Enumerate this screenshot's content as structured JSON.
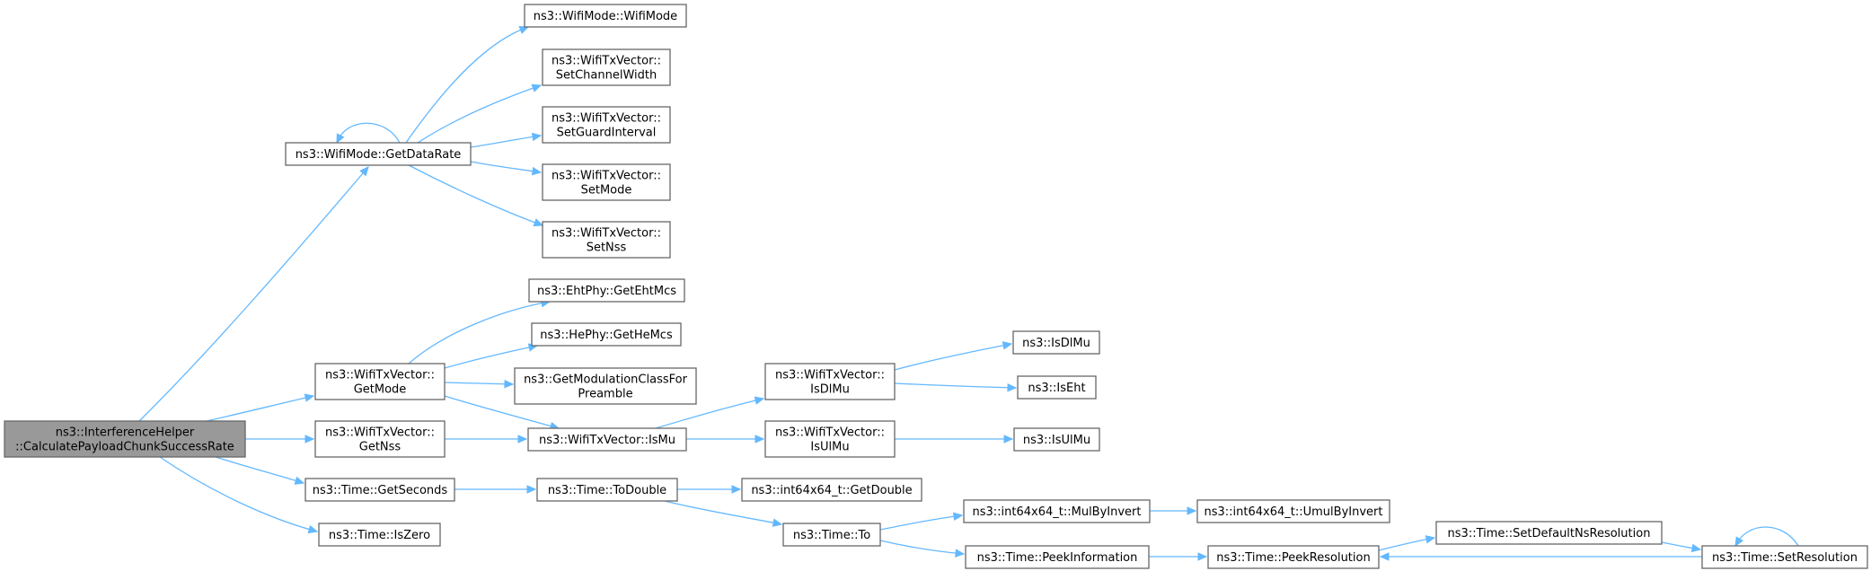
{
  "graph": {
    "edge_color": "#63b8ff",
    "node_border": "#666666",
    "root_fill": "#999999",
    "nodes": [
      {
        "id": "root",
        "lines": [
          "ns3::InterferenceHelper",
          "::CalculatePayloadChunkSuccessRate"
        ],
        "root": true
      },
      {
        "id": "getDataRate",
        "lines": [
          "ns3::WifiMode::GetDataRate"
        ]
      },
      {
        "id": "wifiMode",
        "lines": [
          "ns3::WifiMode::WifiMode"
        ]
      },
      {
        "id": "setChannelWidth",
        "lines": [
          "ns3::WifiTxVector::",
          "SetChannelWidth"
        ]
      },
      {
        "id": "setGuardInterval",
        "lines": [
          "ns3::WifiTxVector::",
          "SetGuardInterval"
        ]
      },
      {
        "id": "setMode",
        "lines": [
          "ns3::WifiTxVector::",
          "SetMode"
        ]
      },
      {
        "id": "setNss",
        "lines": [
          "ns3::WifiTxVector::",
          "SetNss"
        ]
      },
      {
        "id": "getMode",
        "lines": [
          "ns3::WifiTxVector::",
          "GetMode"
        ]
      },
      {
        "id": "getEhtMcs",
        "lines": [
          "ns3::EhtPhy::GetEhtMcs"
        ]
      },
      {
        "id": "getHeMcs",
        "lines": [
          "ns3::HePhy::GetHeMcs"
        ]
      },
      {
        "id": "getModClass",
        "lines": [
          "ns3::GetModulationClassFor",
          "Preamble"
        ]
      },
      {
        "id": "isMu",
        "lines": [
          "ns3::WifiTxVector::IsMu"
        ]
      },
      {
        "id": "getNss",
        "lines": [
          "ns3::WifiTxVector::",
          "GetNss"
        ]
      },
      {
        "id": "isDlMuVec",
        "lines": [
          "ns3::WifiTxVector::",
          "IsDlMu"
        ]
      },
      {
        "id": "isUlMuVec",
        "lines": [
          "ns3::WifiTxVector::",
          "IsUlMu"
        ]
      },
      {
        "id": "isDlMu",
        "lines": [
          "ns3::IsDlMu"
        ]
      },
      {
        "id": "isEht",
        "lines": [
          "ns3::IsEht"
        ]
      },
      {
        "id": "isUlMu",
        "lines": [
          "ns3::IsUlMu"
        ]
      },
      {
        "id": "getSeconds",
        "lines": [
          "ns3::Time::GetSeconds"
        ]
      },
      {
        "id": "isZero",
        "lines": [
          "ns3::Time::IsZero"
        ]
      },
      {
        "id": "toDouble",
        "lines": [
          "ns3::Time::ToDouble"
        ]
      },
      {
        "id": "getDouble",
        "lines": [
          "ns3::int64x64_t::GetDouble"
        ]
      },
      {
        "id": "to",
        "lines": [
          "ns3::Time::To"
        ]
      },
      {
        "id": "mulByInvert",
        "lines": [
          "ns3::int64x64_t::MulByInvert"
        ]
      },
      {
        "id": "umulByInvert",
        "lines": [
          "ns3::int64x64_t::UmulByInvert"
        ]
      },
      {
        "id": "peekInformation",
        "lines": [
          "ns3::Time::PeekInformation"
        ]
      },
      {
        "id": "peekResolution",
        "lines": [
          "ns3::Time::PeekResolution"
        ]
      },
      {
        "id": "setDefaultNsResolution",
        "lines": [
          "ns3::Time::SetDefaultNsResolution"
        ]
      },
      {
        "id": "setResolution",
        "lines": [
          "ns3::Time::SetResolution"
        ]
      }
    ],
    "edges": [
      [
        "root",
        "getDataRate"
      ],
      [
        "root",
        "getMode"
      ],
      [
        "root",
        "getNss"
      ],
      [
        "root",
        "getSeconds"
      ],
      [
        "root",
        "isZero"
      ],
      [
        "getDataRate",
        "getDataRate"
      ],
      [
        "getDataRate",
        "wifiMode"
      ],
      [
        "getDataRate",
        "setChannelWidth"
      ],
      [
        "getDataRate",
        "setGuardInterval"
      ],
      [
        "getDataRate",
        "setMode"
      ],
      [
        "getDataRate",
        "setNss"
      ],
      [
        "getMode",
        "getEhtMcs"
      ],
      [
        "getMode",
        "getHeMcs"
      ],
      [
        "getMode",
        "getModClass"
      ],
      [
        "getMode",
        "isMu"
      ],
      [
        "getNss",
        "isMu"
      ],
      [
        "isMu",
        "isDlMuVec"
      ],
      [
        "isMu",
        "isUlMuVec"
      ],
      [
        "isDlMuVec",
        "isDlMu"
      ],
      [
        "isDlMuVec",
        "isEht"
      ],
      [
        "isUlMuVec",
        "isUlMu"
      ],
      [
        "getSeconds",
        "toDouble"
      ],
      [
        "toDouble",
        "getDouble"
      ],
      [
        "toDouble",
        "to"
      ],
      [
        "to",
        "mulByInvert"
      ],
      [
        "to",
        "peekInformation"
      ],
      [
        "mulByInvert",
        "umulByInvert"
      ],
      [
        "peekInformation",
        "peekResolution"
      ],
      [
        "peekResolution",
        "setDefaultNsResolution"
      ],
      [
        "setDefaultNsResolution",
        "setResolution"
      ],
      [
        "setResolution",
        "peekResolution"
      ],
      [
        "setResolution",
        "setResolution"
      ]
    ]
  }
}
